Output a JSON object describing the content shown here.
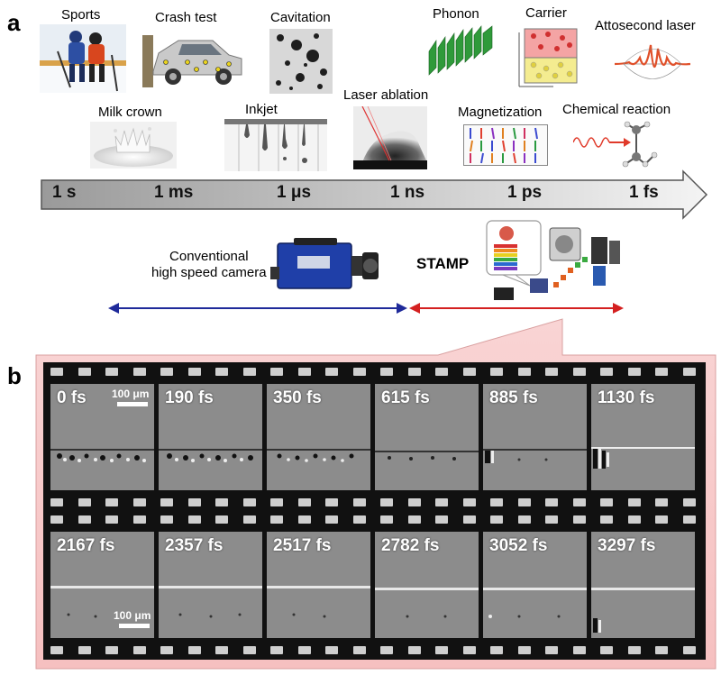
{
  "panel_labels": {
    "a": "a",
    "b": "b"
  },
  "phenomena": {
    "sports": "Sports",
    "crash_test": "Crash test",
    "cavitation": "Cavitation",
    "phonon": "Phonon",
    "carrier": "Carrier",
    "attosecond_laser": "Attosecond laser",
    "milk_crown": "Milk crown",
    "inkjet": "Inkjet",
    "laser_ablation": "Laser ablation",
    "magnetization": "Magnetization",
    "chemical_reaction": "Chemical reaction"
  },
  "timescale": [
    "1 s",
    "1 ms",
    "1 μs",
    "1 ns",
    "1 ps",
    "1 fs"
  ],
  "cameras": {
    "conventional_line1": "Conventional",
    "conventional_line2": "high speed camera",
    "stamp": "STAMP"
  },
  "filmstrip": {
    "scale_bar": "100 μm",
    "row1": [
      "0 fs",
      "190 fs",
      "350 fs",
      "615 fs",
      "885 fs",
      "1130 fs"
    ],
    "row2": [
      "2167 fs",
      "2357 fs",
      "2517 fs",
      "2782 fs",
      "3052 fs",
      "3297 fs"
    ]
  },
  "colors": {
    "timeline_arrow_dark": "#9a9a9a",
    "timeline_arrow_light": "#f2f2f2",
    "conventional_arrow": "#1f2a9a",
    "stamp_arrow": "#d42020",
    "callout_fill": "#f7c4c4",
    "film": "#111111"
  }
}
